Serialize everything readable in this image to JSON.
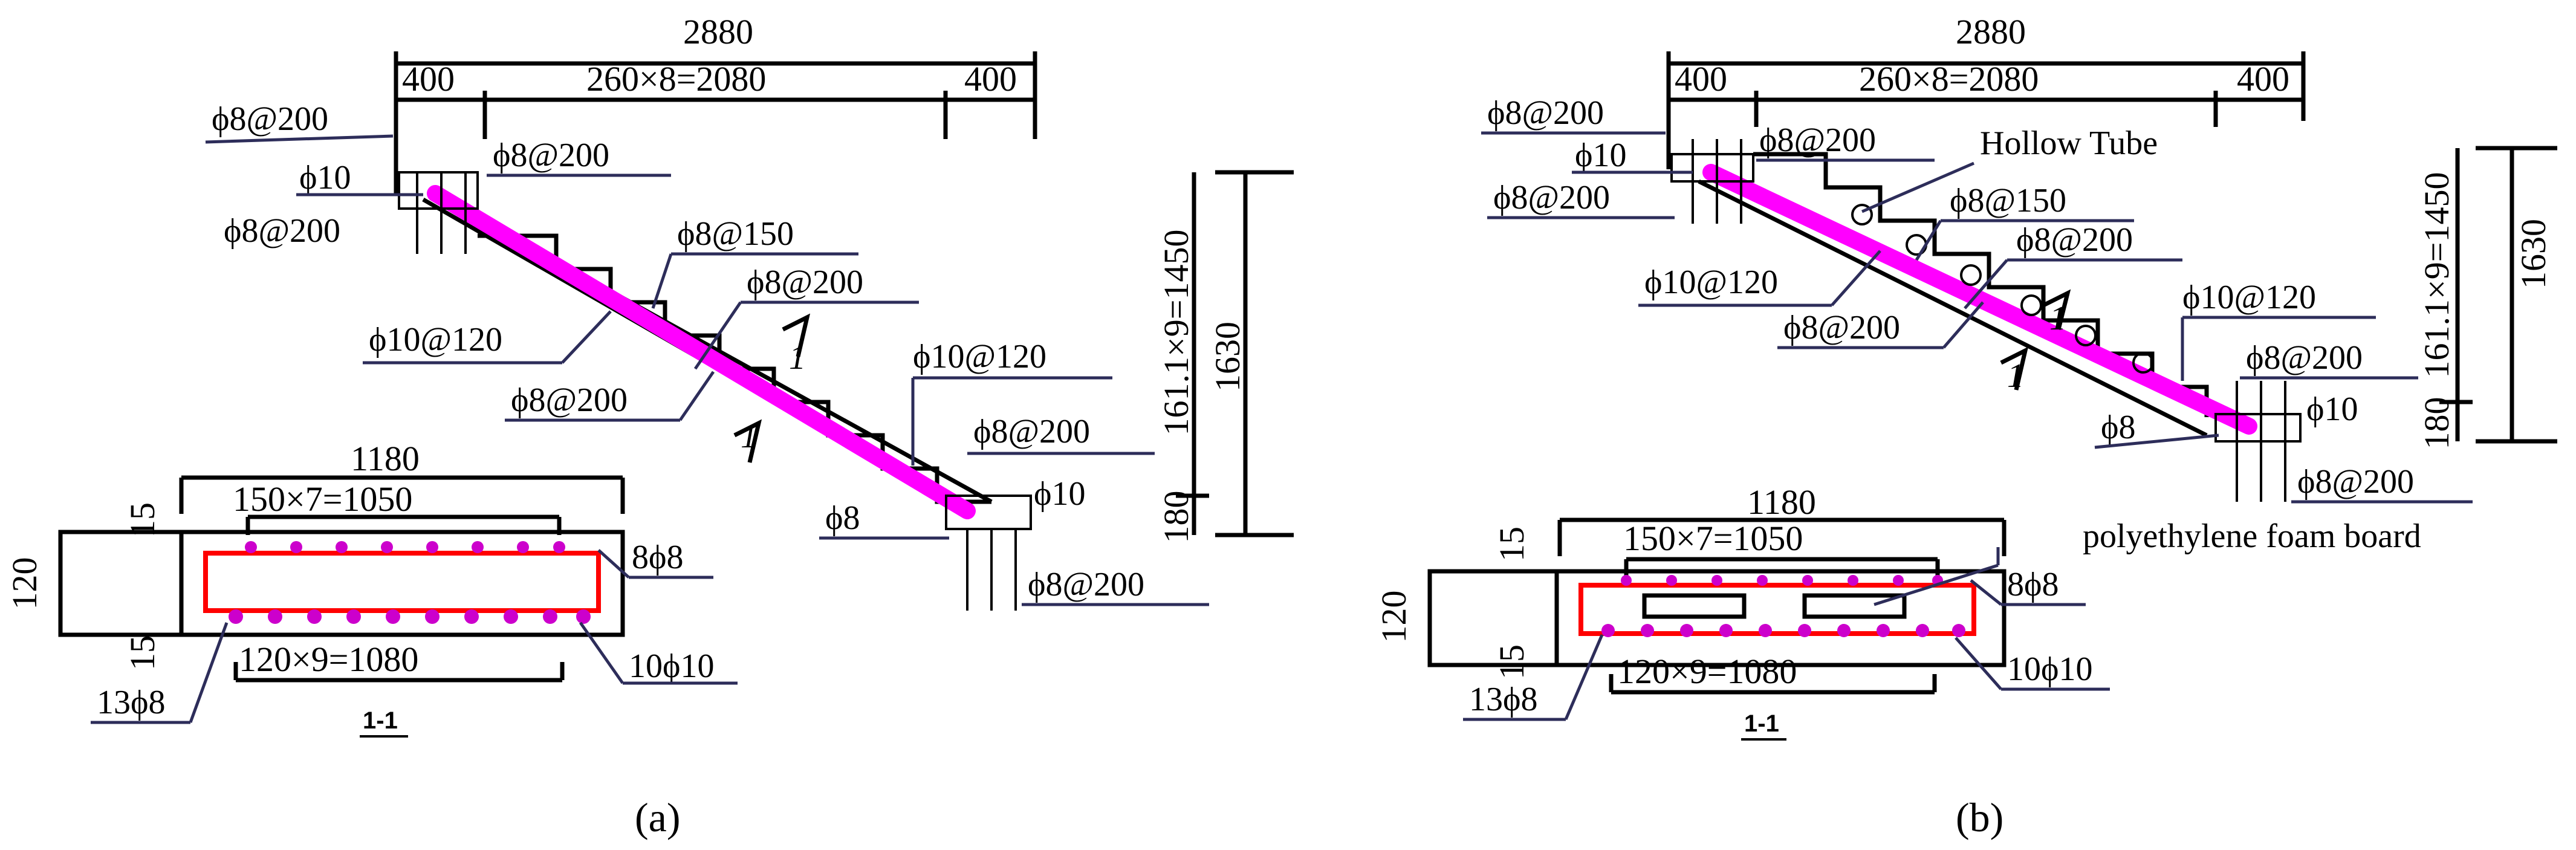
{
  "colors": {
    "outline": "#000000",
    "leader": "#2d2d5a",
    "rebar": "#ff00ff",
    "boundary": "#ff0000",
    "bar_dot": "#cc00cc"
  },
  "panels": [
    {
      "caption": "(a)",
      "dims": {
        "total": "2880",
        "left": "400",
        "mid": "260×8=2080",
        "right": "400",
        "rise": "161.1×9=1450",
        "height": "1630",
        "thick": "180"
      },
      "labels": {
        "top_stirrup": "ϕ8@200",
        "top_bar": "ϕ10",
        "top_right": "ϕ8@200",
        "top_lower": "ϕ8@200",
        "dist_top": "ϕ8@150",
        "dist_mid": "ϕ8@200",
        "main_bar": "ϕ10@120",
        "dist_bot": "ϕ8@200",
        "bot_main": "ϕ10@120",
        "bot_stirrup": "ϕ8@200",
        "bot_bar": "ϕ10",
        "bot_small": "ϕ8",
        "bot_lower": "ϕ8@200",
        "cut_mark": "1"
      },
      "section": {
        "total": "1180",
        "top_spacing": "150×7=1050",
        "bot_spacing": "120×9=1080",
        "cover_top": "15",
        "cover_bot": "15",
        "depth": "120",
        "top_bars": "8ϕ8",
        "bot_bars": "10ϕ10",
        "stirrups": "13ϕ8",
        "title": "1-1"
      }
    },
    {
      "caption": "(b)",
      "dims": {
        "total": "2880",
        "left": "400",
        "mid": "260×8=2080",
        "right": "400",
        "rise": "161.1×9=1450",
        "height": "1630",
        "thick": "180"
      },
      "labels": {
        "top_stirrup": "ϕ8@200",
        "top_bar": "ϕ10",
        "top_right": "ϕ8@200",
        "top_lower": "ϕ8@200",
        "hollow": "Hollow Tube",
        "dist_top": "ϕ8@150",
        "dist_mid": "ϕ8@200",
        "main_bar": "ϕ10@120",
        "dist_bot": "ϕ8@200",
        "bot_main": "ϕ10@120",
        "bot_stirrup": "ϕ8@200",
        "bot_bar": "ϕ10",
        "bot_small": "ϕ8",
        "bot_lower": "ϕ8@200",
        "cut_mark": "1"
      },
      "section": {
        "total": "1180",
        "top_spacing": "150×7=1050",
        "bot_spacing": "120×9=1080",
        "cover_top": "15",
        "cover_bot": "15",
        "depth": "120",
        "top_bars": "8ϕ8",
        "bot_bars": "10ϕ10",
        "stirrups": "13ϕ8",
        "title": "1-1",
        "foam": "polyethylene foam board"
      }
    }
  ]
}
